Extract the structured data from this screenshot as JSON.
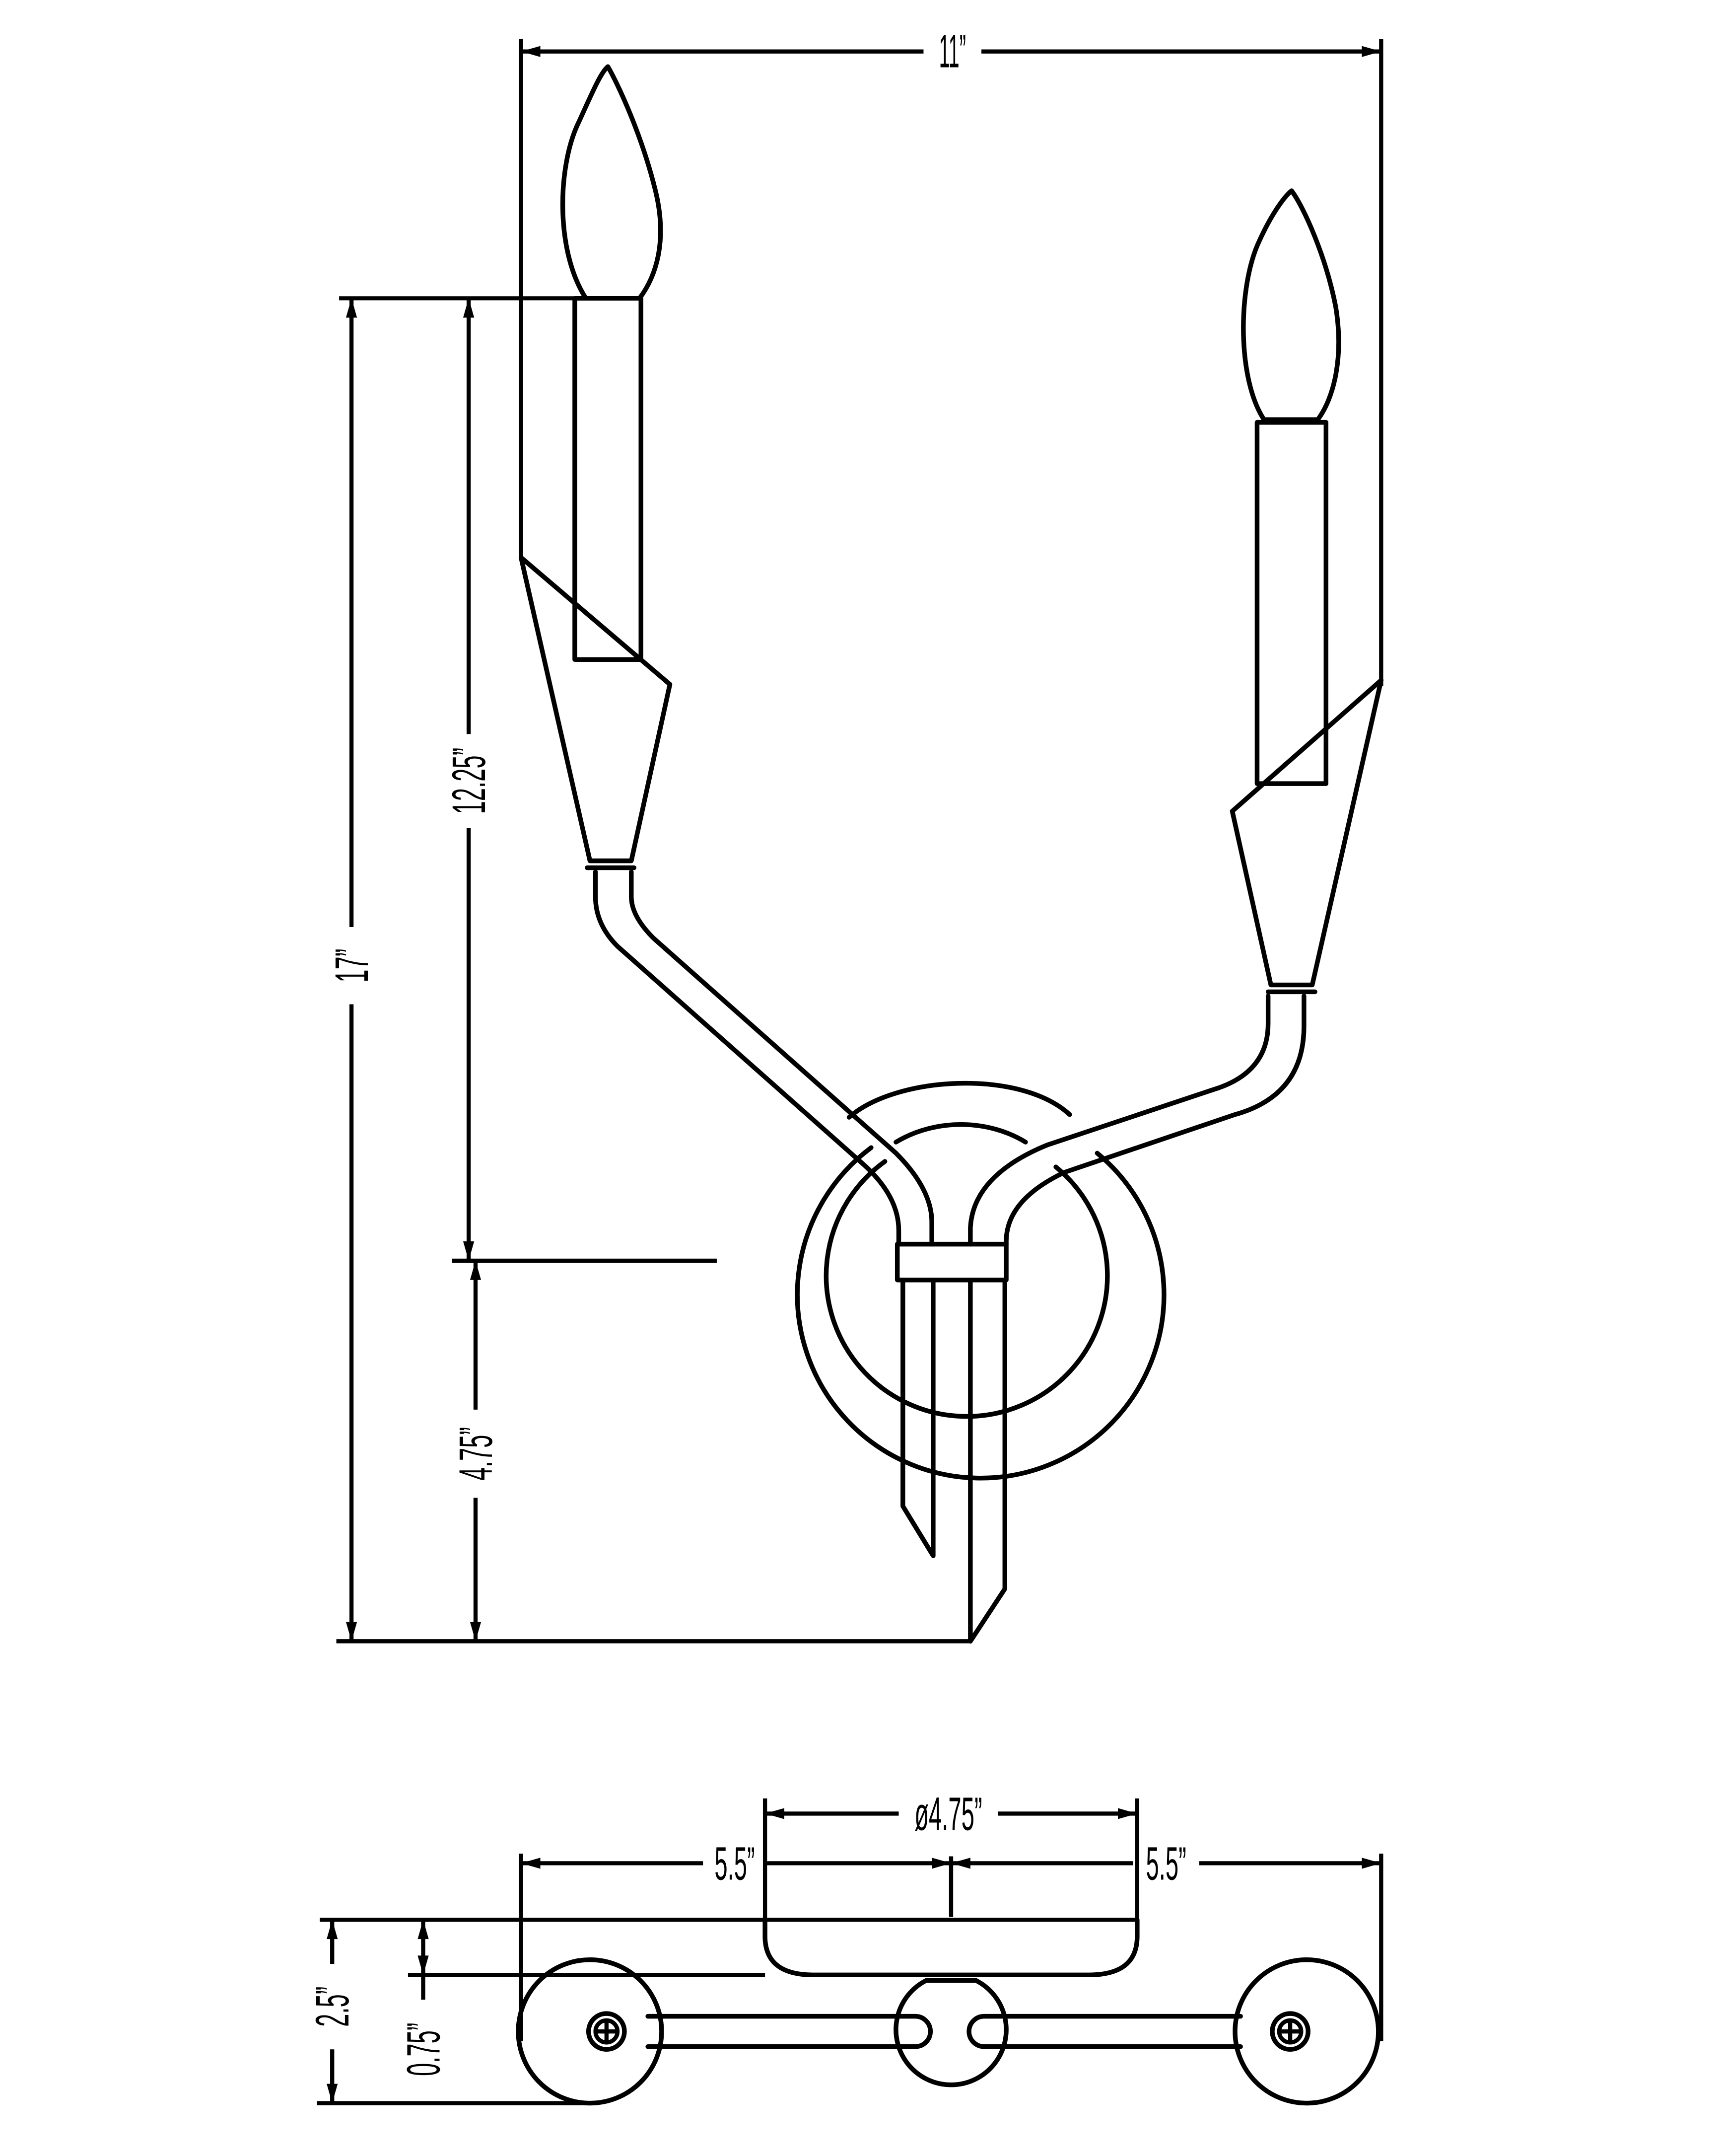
{
  "dimensions": {
    "overall_width": "11”",
    "overall_height": "17”",
    "upper_height": "12.25”",
    "lower_height": "4.75”",
    "backplate_diameter": "ø4.75”",
    "left_half_width": "5.5”",
    "right_half_width": "5.5”",
    "overall_depth": "2.5”",
    "backplate_depth": "0.75”"
  }
}
